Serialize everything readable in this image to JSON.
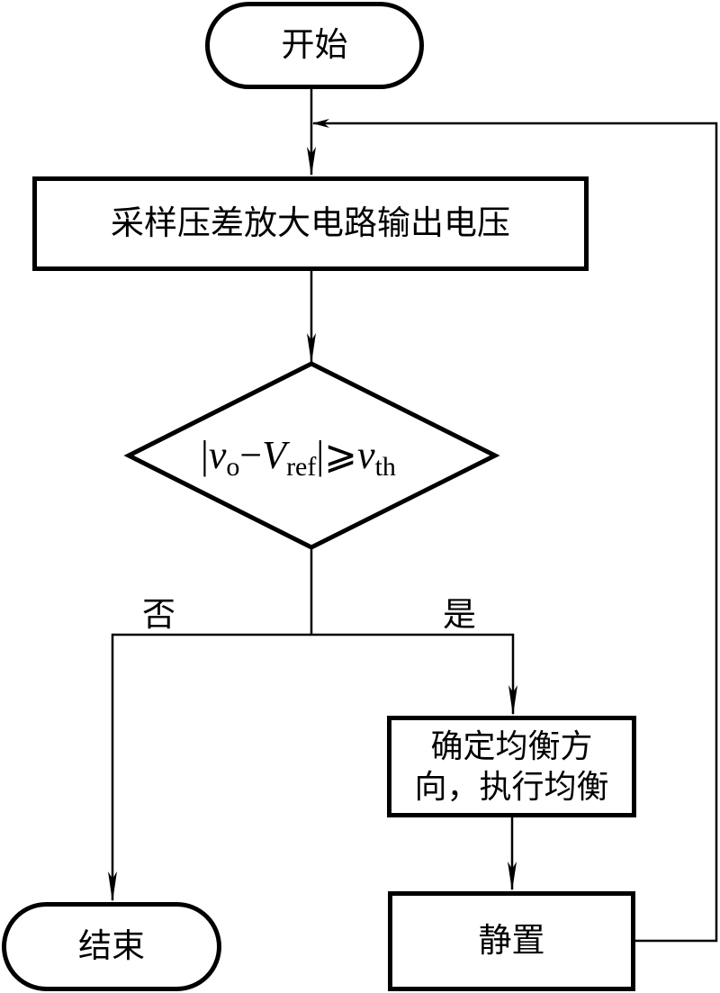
{
  "diagram": {
    "type": "flowchart",
    "nodes": {
      "start": {
        "kind": "terminal",
        "text": "开始"
      },
      "sample": {
        "kind": "process",
        "text": "采样压差放大电路输出电压"
      },
      "decision": {
        "kind": "decision",
        "condition": {
          "abs_open": "|",
          "var_v": "v",
          "sub_o": "o",
          "minus": "−",
          "var_V": "V",
          "sub_ref": "ref",
          "abs_close": "|",
          "geq": "⩾",
          "var_vth": "v",
          "sub_th": "th"
        },
        "condition_text": "|vo−Vref|⩾vth"
      },
      "balance": {
        "kind": "process",
        "line1": "确定均衡方",
        "line2": "向，执行均衡"
      },
      "idle": {
        "kind": "process",
        "text": "静置"
      },
      "end": {
        "kind": "terminal",
        "text": "结束"
      }
    },
    "branch_labels": {
      "no": "否",
      "yes": "是"
    },
    "edges": [
      {
        "from": "start",
        "to": "sample"
      },
      {
        "from": "sample",
        "to": "decision"
      },
      {
        "from": "decision",
        "to": "end",
        "label": "否"
      },
      {
        "from": "decision",
        "to": "balance",
        "label": "是"
      },
      {
        "from": "balance",
        "to": "idle"
      },
      {
        "from": "idle",
        "to": "sample",
        "note": "loop back"
      }
    ],
    "colors": {
      "stroke": "#000000",
      "background": "#ffffff"
    }
  }
}
